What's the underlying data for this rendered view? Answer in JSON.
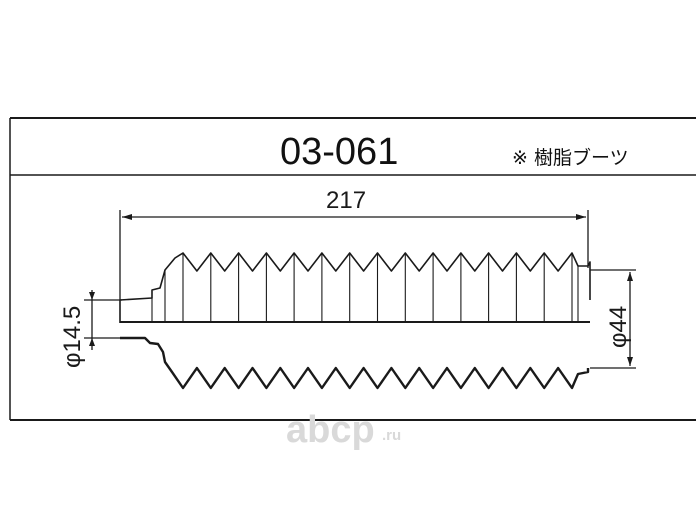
{
  "header": {
    "part_number": "03-061",
    "note": "※ 樹脂ブーツ"
  },
  "dimensions": {
    "overall_length": "217",
    "small_diameter": "φ14.5",
    "large_diameter": "φ44"
  },
  "watermark": {
    "brand": "abcp",
    "suffix": ".ru"
  },
  "colors": {
    "line": "#1a1a1a",
    "watermark": "#d9d9d9",
    "background": "#ffffff"
  }
}
